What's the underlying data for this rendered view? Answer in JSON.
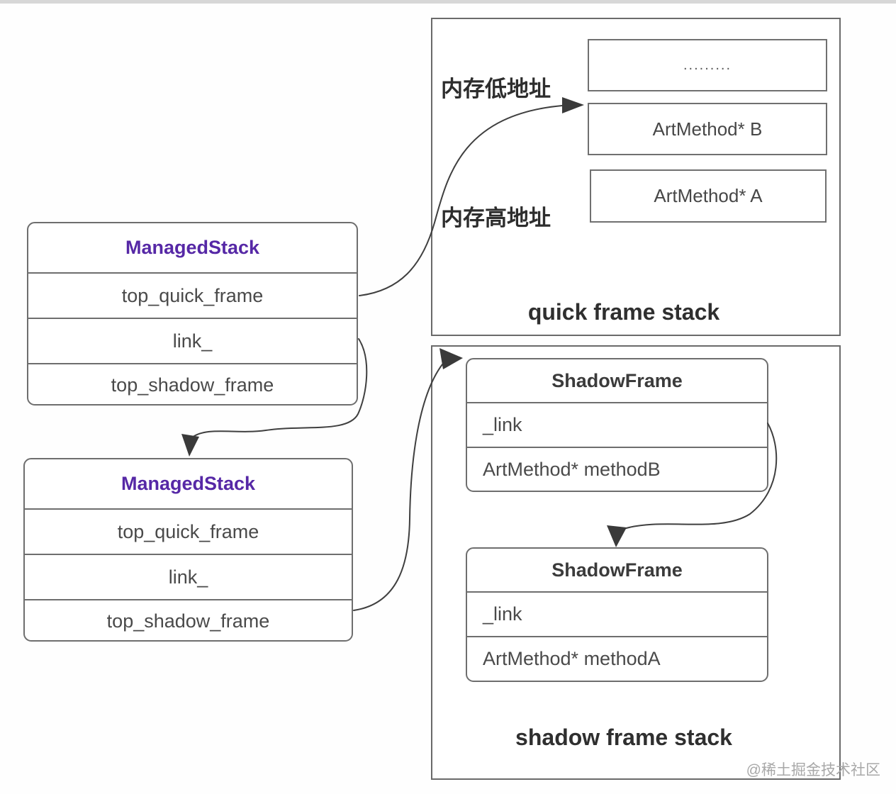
{
  "managed_stacks": [
    {
      "title": "ManagedStack",
      "rows": [
        "top_quick_frame",
        "link_",
        "top_shadow_frame"
      ]
    },
    {
      "title": "ManagedStack",
      "rows": [
        "top_quick_frame",
        "link_",
        "top_shadow_frame"
      ]
    }
  ],
  "quick_frame_stack": {
    "label": "quick frame stack",
    "mem_low_label": "内存低地址",
    "mem_high_label": "内存高地址",
    "cells": [
      ".........",
      "ArtMethod* B",
      "ArtMethod* A"
    ]
  },
  "shadow_frame_stack": {
    "label": "shadow frame stack",
    "frames": [
      {
        "title": "ShadowFrame",
        "rows": [
          "_link",
          "ArtMethod* methodB"
        ]
      },
      {
        "title": "ShadowFrame",
        "rows": [
          "_link",
          "ArtMethod* methodA"
        ]
      }
    ]
  },
  "watermark": "@稀土掘金技术社区",
  "colors": {
    "accent_purple": "#5628A6",
    "box_border": "#6e6e6e",
    "arrow_line": "#3f3f3f",
    "watermark_gray": "#a8a8a8"
  }
}
